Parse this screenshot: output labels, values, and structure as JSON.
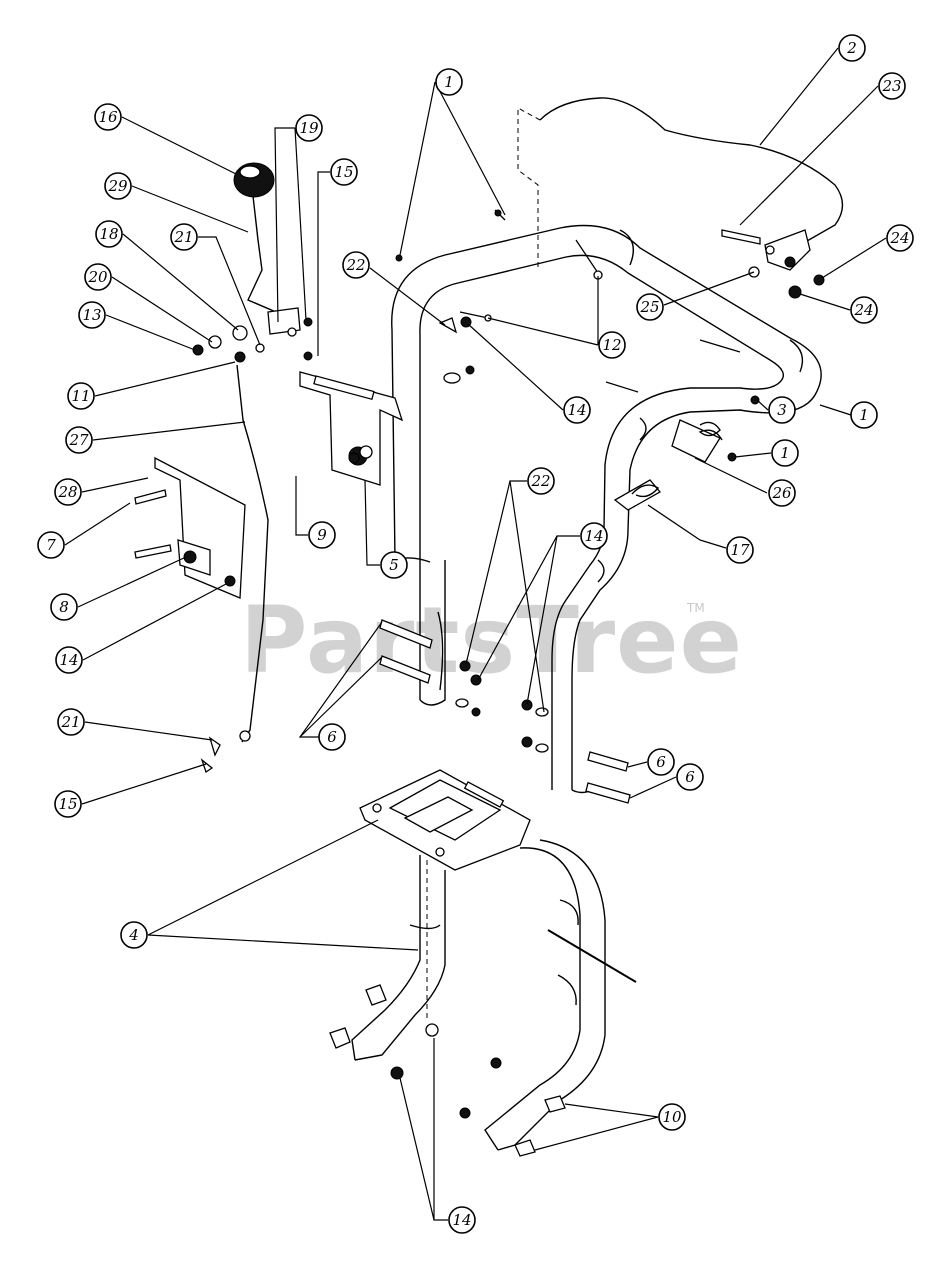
{
  "watermark": {
    "text": "PartsTree",
    "trademark": "TM"
  },
  "callouts": [
    "1",
    "1",
    "1",
    "2",
    "23",
    "24",
    "24",
    "25",
    "3",
    "26",
    "17",
    "12",
    "14",
    "22",
    "19",
    "15",
    "16",
    "29",
    "21",
    "18",
    "20",
    "13",
    "11",
    "27",
    "28",
    "7",
    "8",
    "14",
    "9",
    "5",
    "22",
    "14",
    "6",
    "6",
    "6",
    "21",
    "15",
    "4",
    "10",
    "14"
  ]
}
